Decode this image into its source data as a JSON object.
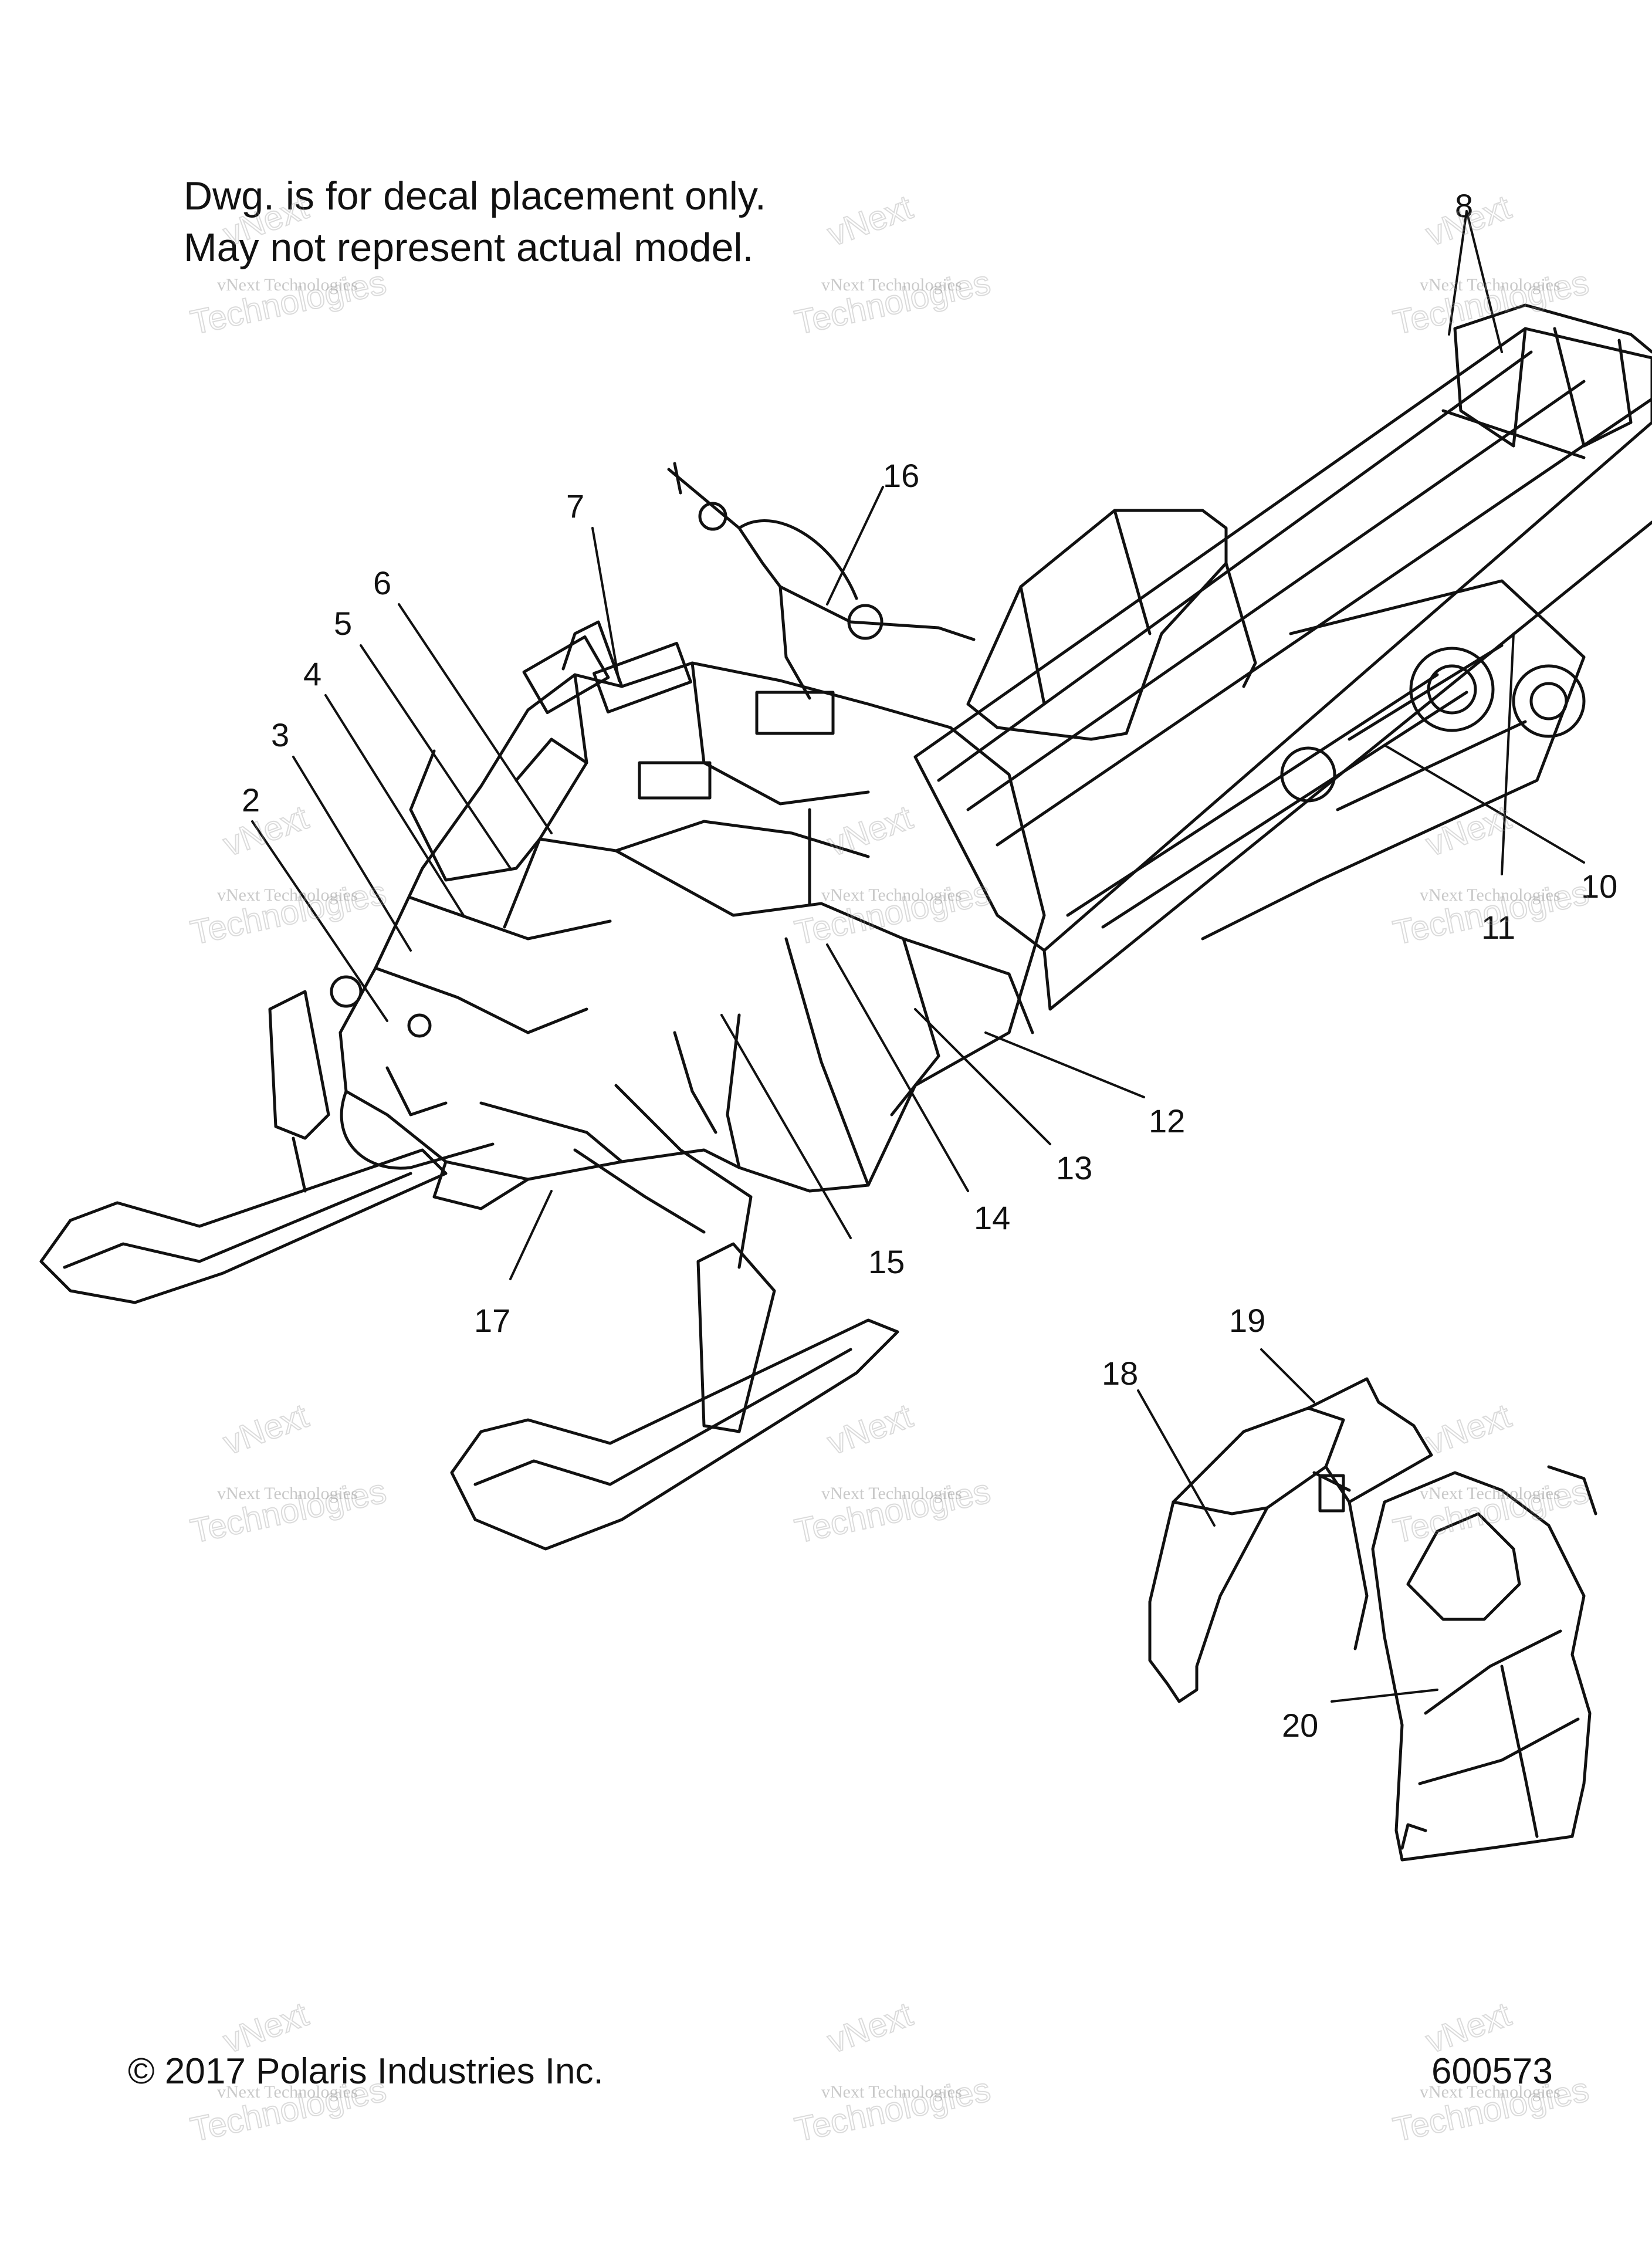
{
  "notes": {
    "line1": "Dwg. is for decal placement only.",
    "line2": "May not represent actual model."
  },
  "callouts": [
    "2",
    "3",
    "4",
    "5",
    "6",
    "7",
    "8",
    "10",
    "11",
    "12",
    "13",
    "14",
    "15",
    "16",
    "17",
    "18",
    "19",
    "20"
  ],
  "footer": {
    "copyright": "© 2017 Polaris Industries Inc.",
    "drawing_number": "600573"
  },
  "watermark": {
    "line1": "vNext",
    "line2": "vNext Technologies",
    "line3": "Technologies"
  },
  "colors": {
    "ink": "#111111",
    "watermark": "#999999",
    "background": "#ffffff"
  }
}
